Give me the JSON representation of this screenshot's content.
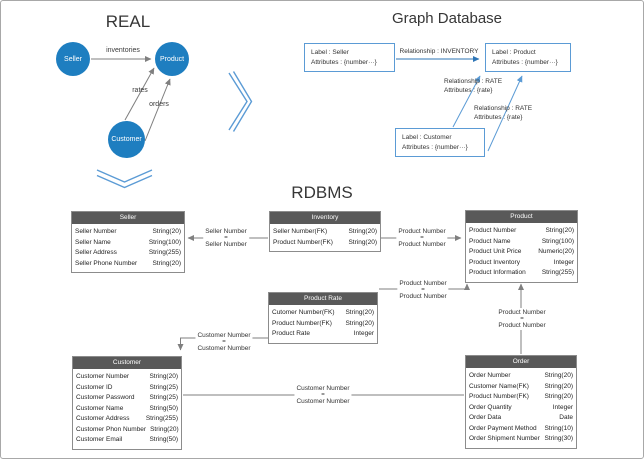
{
  "colors": {
    "node_blue": "#1e7ec0",
    "graph_box_border": "#5b9bd5",
    "graph_arrow_blue": "#2e75b6",
    "chevron_blue": "#5b9bd5",
    "table_header_gray": "#595959",
    "connector_gray": "#7f7f7f"
  },
  "real": {
    "title": "REAL",
    "nodes": [
      {
        "label": "Seller"
      },
      {
        "label": "Product"
      },
      {
        "label": "Customer"
      }
    ],
    "edges": [
      {
        "label": "inventories",
        "from": "Seller",
        "to": "Product"
      },
      {
        "label": "rates",
        "from": "Customer",
        "to": "Product"
      },
      {
        "label": "orders",
        "from": "Customer",
        "to": "Product"
      }
    ]
  },
  "graphdb": {
    "title": "Graph Database",
    "nodes": [
      {
        "line1": "Label : Seller",
        "line2": "Attributes : {number···}"
      },
      {
        "line1": "Label : Product",
        "line2": "Attributes : {number···}"
      },
      {
        "line1": "Label : Customer",
        "line2": "Attributes : {number···}"
      }
    ],
    "edges": [
      {
        "line1": "Relationship : INVENTORY"
      },
      {
        "line1": "Relationship : RATE",
        "line2": "Attributes : {rate}"
      },
      {
        "line1": "Relationship : RATE",
        "line2": "Attributes : {rate}"
      }
    ]
  },
  "rdbms": {
    "title": "RDBMS",
    "tables": [
      {
        "name": "Seller",
        "columns": [
          [
            "Seller Number",
            "String(20)"
          ],
          [
            "Seller Name",
            "String(100)"
          ],
          [
            "Seller Address",
            "String(255)"
          ],
          [
            "Seller Phone Number",
            "String(20)"
          ]
        ]
      },
      {
        "name": "Inventory",
        "columns": [
          [
            "Seller Number(FK)",
            "String(20)"
          ],
          [
            "Product Number(FK)",
            "String(20)"
          ]
        ]
      },
      {
        "name": "Product",
        "columns": [
          [
            "Product Number",
            "String(20)"
          ],
          [
            "Product Name",
            "String(100)"
          ],
          [
            "Product Unit Price",
            "Numeric(20)"
          ],
          [
            "Product Inventory",
            "Integer"
          ],
          [
            "Product Information",
            "String(255)"
          ]
        ]
      },
      {
        "name": "Product Rate",
        "columns": [
          [
            "Cutomer Number(FK)",
            "String(20)"
          ],
          [
            "Product Number(FK)",
            "String(20)"
          ],
          [
            "Product Rate",
            "Integer"
          ]
        ]
      },
      {
        "name": "Customer",
        "columns": [
          [
            "Customer Number",
            "String(20)"
          ],
          [
            "Customer ID",
            "String(25)"
          ],
          [
            "Customer Password",
            "String(25)"
          ],
          [
            "Customer Name",
            "String(50)"
          ],
          [
            "Customer Address",
            "String(255)"
          ],
          [
            "Customer Phon Number",
            "String(20)"
          ],
          [
            "Customer Email",
            "String(50)"
          ]
        ]
      },
      {
        "name": "Order",
        "columns": [
          [
            "Order Number",
            "String(20)"
          ],
          [
            "Customer Name(FK)",
            "String(20)"
          ],
          [
            "Product Number(FK)",
            "String(20)"
          ],
          [
            "Order Quantity",
            "Integer"
          ],
          [
            "Order Data",
            "Date"
          ],
          [
            "Order Payment Method",
            "String(10)"
          ],
          [
            "Order Shipment Number",
            "String(30)"
          ]
        ]
      }
    ],
    "relations": [
      {
        "top": "Seller Number",
        "eq": "=",
        "bottom": "Seller Number"
      },
      {
        "top": "Product Number",
        "eq": "=",
        "bottom": "Product Number"
      },
      {
        "top": "Product Number",
        "eq": "=",
        "bottom": "Product Number"
      },
      {
        "top": "Product Number",
        "eq": "=",
        "bottom": "Product Number"
      },
      {
        "top": "Customer Number",
        "eq": "=",
        "bottom": "Customer Number"
      },
      {
        "top": "Customer Number",
        "eq": "=",
        "bottom": "Customer Number"
      }
    ]
  }
}
